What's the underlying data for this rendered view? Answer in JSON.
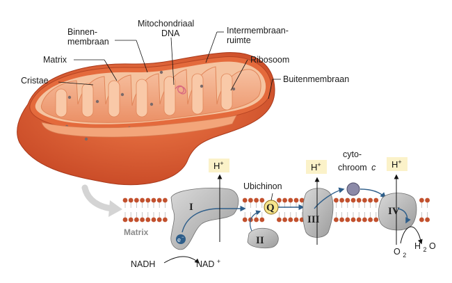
{
  "labels": {
    "binnenmembraan_1": "Binnen-",
    "binnenmembraan_2": "membraan",
    "mitochondriaal_1": "Mitochondriaal",
    "mitochondriaal_2": "DNA",
    "intermembraan_1": "Intermembraan-",
    "intermembraan_2": "ruimte",
    "matrix_top": "Matrix",
    "ribosoom": "Ribosoom",
    "cristae": "Cristae",
    "buitenmembraan": "Buitenmembraan",
    "ubichinon": "Ubichinon",
    "cytochroom_1": "cyto-",
    "cytochroom_2": "chroom",
    "cytochroom_c": "c",
    "matrix_bottom": "Matrix",
    "nadh": "NADH",
    "nad_plus": "NAD",
    "plus": "+",
    "o2": "O",
    "o2_sub": "2",
    "h2o_h": "H",
    "h2o_sub": "2",
    "h2o_o": "O",
    "electron": "e",
    "electron_sup": "−"
  },
  "complexes": {
    "I": "I",
    "II": "II",
    "III": "III",
    "IV": "IV",
    "Q": "Q"
  },
  "hplus_boxes": [
    {
      "h": "H",
      "sup": "+"
    },
    {
      "h": "H",
      "sup": "+"
    },
    {
      "h": "H",
      "sup": "+"
    }
  ],
  "colors": {
    "outer_membrane": "#d8552b",
    "outer_dark": "#b9401f",
    "inner_orange": "#f2a378",
    "cristae_fill": "#f6b48c",
    "lipid_head": "#c2512e",
    "protein_gray": "#b9b9b9",
    "hplus_box": "#fbf2c9",
    "q_fill": "#f6e58c",
    "cyt_c": "#8c8aa8",
    "arrow_blue": "#2e5e8a",
    "arrow_gray": "#cfcfcf"
  }
}
